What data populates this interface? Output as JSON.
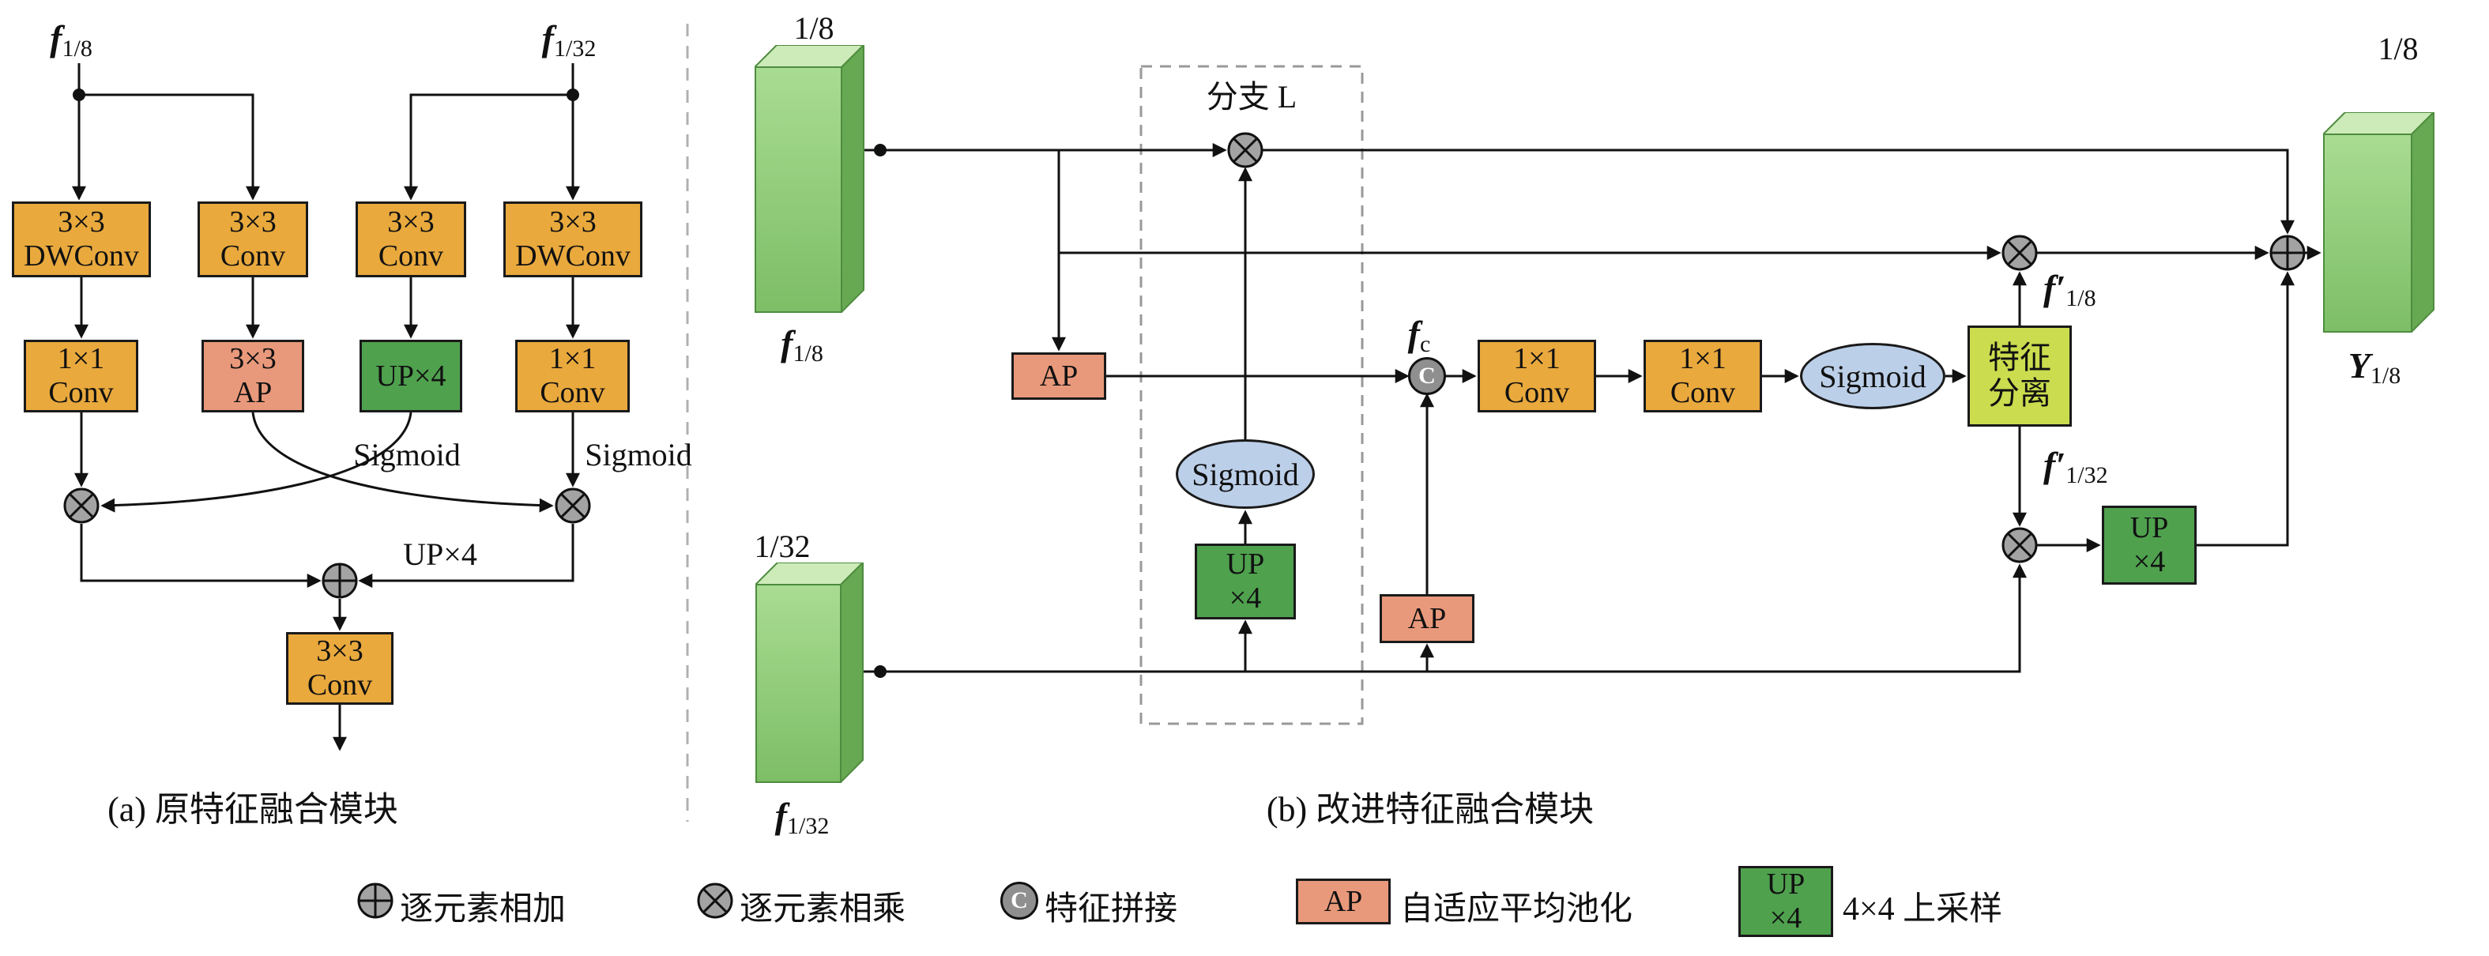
{
  "panel_a": {
    "caption": "(a) 原特征融合模块",
    "input_f18": {
      "base": "f",
      "sub": "1/8"
    },
    "input_f132": {
      "base": "f",
      "sub": "1/32"
    },
    "dwconv_left": {
      "l1": "3×3",
      "l2": "DWConv"
    },
    "conv33_left": {
      "l1": "3×3",
      "l2": "Conv"
    },
    "conv33_right": {
      "l1": "3×3",
      "l2": "Conv"
    },
    "dwconv_right": {
      "l1": "3×3",
      "l2": "DWConv"
    },
    "conv11_left": {
      "l1": "1×1",
      "l2": "Conv"
    },
    "ap33": {
      "l1": "3×3",
      "l2": "AP"
    },
    "up4": "UP×4",
    "conv11_right": {
      "l1": "1×1",
      "l2": "Conv"
    },
    "sigmoid_left": "Sigmoid",
    "sigmoid_right": "Sigmoid",
    "up4_label": "UP×4",
    "conv33_out": {
      "l1": "3×3",
      "l2": "Conv"
    }
  },
  "panel_b": {
    "caption": "(b) 改进特征融合模块",
    "cube_f18": {
      "scale": "1/8",
      "base": "f",
      "sub": "1/8"
    },
    "cube_f132": {
      "scale": "1/32",
      "base": "f",
      "sub": "1/32"
    },
    "cube_out": {
      "scale": "1/8",
      "base": "Y",
      "sub": "1/8"
    },
    "branch_label": "分支 L",
    "ap_top": "AP",
    "ap_bottom": "AP",
    "sigmoid_branch": "Sigmoid",
    "up_branch": {
      "l1": "UP",
      "l2": "×4"
    },
    "fc_label": {
      "base": "f",
      "sub": "c"
    },
    "concat_label": "C",
    "conv11_a": {
      "l1": "1×1",
      "l2": "Conv"
    },
    "conv11_b": {
      "l1": "1×1",
      "l2": "Conv"
    },
    "sigmoid_main": "Sigmoid",
    "split_box": {
      "l1": "特征",
      "l2": "分离"
    },
    "f18_prime": {
      "base": "f′",
      "sub": "1/8"
    },
    "f132_prime": {
      "base": "f′",
      "sub": "1/32"
    },
    "up_out": {
      "l1": "UP",
      "l2": "×4"
    }
  },
  "legend": {
    "add": {
      "symbol": "⊕",
      "label": "逐元素相加"
    },
    "multiply": {
      "symbol": "⊗",
      "label": "逐元素相乘"
    },
    "concat": {
      "symbol": "C",
      "label": "特征拼接"
    },
    "ap": {
      "box": "AP",
      "label": "自适应平均池化"
    },
    "up": {
      "box_l1": "UP",
      "box_l2": "×4",
      "label": "4×4 上采样"
    }
  },
  "colors": {
    "conv_box": "#E9A93D",
    "ap_box": "#E9997B",
    "up_box": "#4FA14E",
    "split_box": "#CBDC4E",
    "sigmoid_fill": "#BCCFE9",
    "node_fill": "#A3A3A3",
    "cube_front": "#8FC878",
    "cube_top": "#CDEBB9",
    "cube_side": "#66A952",
    "wire": "#111111"
  }
}
